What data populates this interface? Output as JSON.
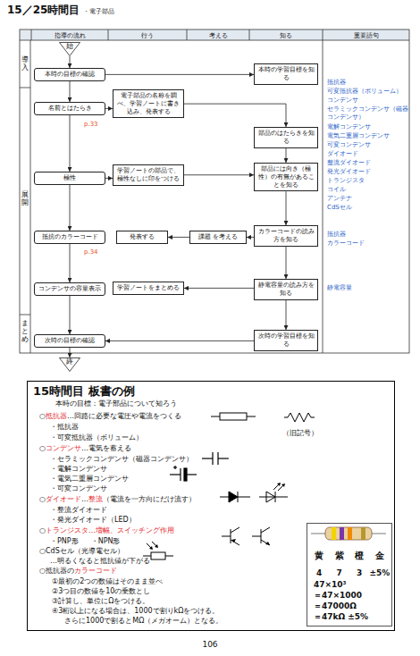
{
  "diagram": {
    "title": "15／25時間目",
    "nodes": [
      {
        "text": [
          "始"
        ]
      },
      {
        "text": [
          "本時の目標の確認"
        ]
      },
      {
        "text": [
          "本時の学習目標を知る"
        ]
      },
      {
        "text": [
          "名前とはたらき"
        ]
      },
      {
        "text": [
          "電子部品の名称を調べ、学習ノートに書き込み、発表する"
        ]
      },
      {
        "text": [
          "部品のはたらきを知る"
        ]
      },
      {
        "text": [
          "極性"
        ]
      },
      {
        "text": [
          "学習ノートの部品で、極性なしに印をつける"
        ]
      },
      {
        "text": [
          "部品には向き（極性）の有無があることを知る"
        ]
      },
      {
        "text": [
          "抵抗のカラーコード"
        ]
      },
      {
        "text": [
          "発表する"
        ]
      },
      {
        "text": [
          "課題 を考える"
        ]
      },
      {
        "text": [
          "カラーコードの読み方を知る"
        ]
      },
      {
        "text": [
          "コンデンサの容量表示"
        ]
      },
      {
        "text": [
          "学習ノートをまとめる"
        ]
      },
      {
        "text": [
          "静電容量の読み方を知る"
        ]
      },
      {
        "text": [
          "次時の目標の確認"
        ]
      },
      {
        "text": [
          "次時の学習目標を知る"
        ]
      },
      {
        "text": [
          "終"
        ]
      },
      {
        "text": [
          "15時間目 板書の例"
        ]
      },
      {
        "text": [
          "黄",
          "紫",
          "橙",
          "金",
          "4",
          "7",
          "3",
          "±5%",
          "47×10³",
          "＝47×1000",
          "＝47000Ω",
          "＝47kΩ ±5%"
        ],
        "in": 19
      }
    ],
    "edges": [
      {
        "from": 0,
        "to": 1,
        "arrow": "to"
      },
      {
        "from": 1,
        "to": 2,
        "arrow": "to"
      },
      {
        "from": 1,
        "to": 3,
        "arrow": "to"
      },
      {
        "from": 3,
        "to": 4,
        "arrow": "to"
      },
      {
        "from": 4,
        "to": 5,
        "arrow": "to"
      },
      {
        "from": 5,
        "to": 8,
        "arrow": "to"
      },
      {
        "from": 3,
        "to": 6,
        "arrow": "to"
      },
      {
        "from": 6,
        "to": 7,
        "arrow": "to"
      },
      {
        "from": 7,
        "to": 8,
        "arrow": "to"
      },
      {
        "from": 6,
        "to": 9,
        "arrow": "to"
      },
      {
        "from": 8,
        "to": 12,
        "arrow": "to"
      },
      {
        "from": 12,
        "to": 11,
        "arrow": "to"
      },
      {
        "from": 11,
        "to": 10,
        "arrow": "to"
      },
      {
        "from": 9,
        "to": 13,
        "arrow": "to"
      },
      {
        "from": 12,
        "to": 15,
        "arrow": "to"
      },
      {
        "from": 15,
        "to": 14,
        "arrow": "to"
      },
      {
        "from": 13,
        "to": 16,
        "arrow": "to"
      },
      {
        "from": 15,
        "to": 17,
        "arrow": "to"
      },
      {
        "from": 17,
        "to": 16,
        "arrow": "to"
      },
      {
        "from": 16,
        "to": 18,
        "arrow": "to"
      }
    ],
    "labels": [
      "・電子部品",
      "指導の流れ",
      "行う",
      "考える",
      "知る",
      "重要語句",
      "導入",
      "展開",
      "まとめ",
      "p.33",
      "p.34",
      "抵抗器",
      "可変抵抗器（ボリューム）",
      "コンデンサ",
      "セラミックコンデンサ（磁器コンデンサ）",
      "電解コンデンサ",
      "電気二重層コンデンサ",
      "可変コンデンサ",
      "ダイオード",
      "整流ダイオード",
      "発光ダイオード",
      "トランジスタ",
      "コイル",
      "アンテナ",
      "CdSセル",
      "抵抗器",
      "カラーコード",
      "静電容量",
      "本時の目標：電子部品について知ろう",
      "○",
      "抵抗器",
      "…回路に必要な電圧や電流をつくる",
      "・抵抗器",
      "・可変抵抗器（ボリューム）",
      "（旧記号）",
      "○",
      "コンデンサ",
      "…電気を蓄える",
      "・セラミックコンデンサ（磁器コンデンサ）",
      "・電解コンデンサ",
      "・電気二重層コンデンサ",
      "・可変コンデンサ",
      "○",
      "ダイオード",
      "…",
      "整流",
      "（電流を一方向にだけ流す）",
      "・整流ダイオード",
      "・発光ダイオード（LED）",
      "○",
      "トランジスタ…増幅、スイッチング作用",
      "・PNP形",
      "・NPN形",
      "○CdSセル（光導電セル）",
      "…明るくなると抵抗値が下がる",
      "○抵抗器の",
      "カラーコード",
      "①最初の2つの数値はそのまま並べ",
      "②3つ目の数値を10の乗数とし",
      "③計算し、単位にΩをつける。",
      "④3桁以上になる場合は、1000で割りkΩをつける。",
      "さらに1000で割るとMΩ（メガオーム）となる。",
      "106"
    ]
  }
}
